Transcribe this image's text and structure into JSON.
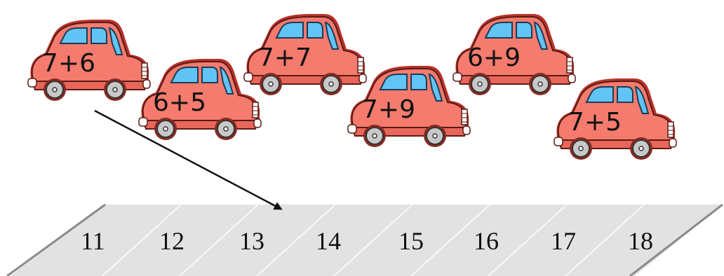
{
  "cars": [
    {
      "expression": "7+6"
    },
    {
      "expression": "6+5"
    },
    {
      "expression": "7+7"
    },
    {
      "expression": "7+9"
    },
    {
      "expression": "6+9"
    },
    {
      "expression": "7+5"
    }
  ],
  "parking_slots": [
    {
      "number": "11"
    },
    {
      "number": "12"
    },
    {
      "number": "13"
    },
    {
      "number": "14"
    },
    {
      "number": "15"
    },
    {
      "number": "16"
    },
    {
      "number": "17"
    },
    {
      "number": "18"
    }
  ],
  "colors": {
    "car_body": "#f47b6d",
    "car_dark": "#b8322a",
    "window": "#62c4f4",
    "wheel": "#c8c8c8",
    "lot_fill": "#e2e2e2",
    "lot_line": "#8a8a8a"
  },
  "example_match": {
    "from_car": "7+6",
    "to_slot": "13"
  }
}
